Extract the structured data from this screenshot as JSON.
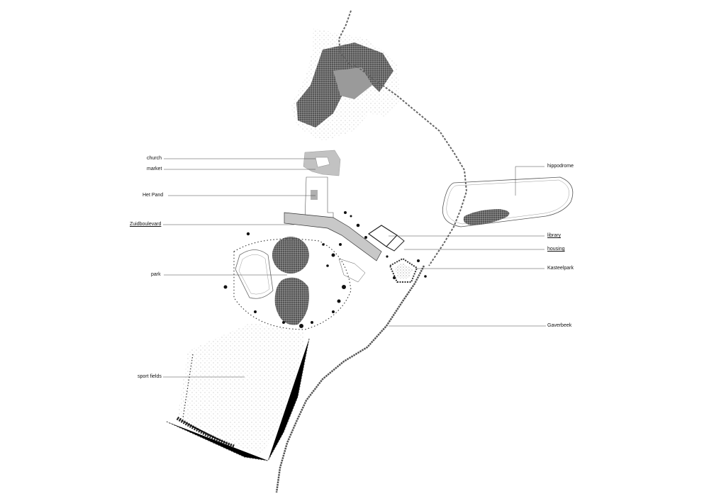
{
  "map": {
    "labels": {
      "church": "church",
      "market": "market",
      "het_pand": "Het Pand",
      "zuidboulevard": "Zuidboulevard",
      "park": "park",
      "sport_fields": "sport fields",
      "hippodrome": "hippodrome",
      "library": "library",
      "housing": "housing",
      "kasteelpark": "Kasteelpark",
      "gaverbeek": "Gaverbeek"
    },
    "colors": {
      "background": "#ffffff",
      "ink": "#111111",
      "built_grey": "#b5b5b5",
      "boulevard_grey": "#c8c8c8",
      "leader": "#444444"
    }
  }
}
